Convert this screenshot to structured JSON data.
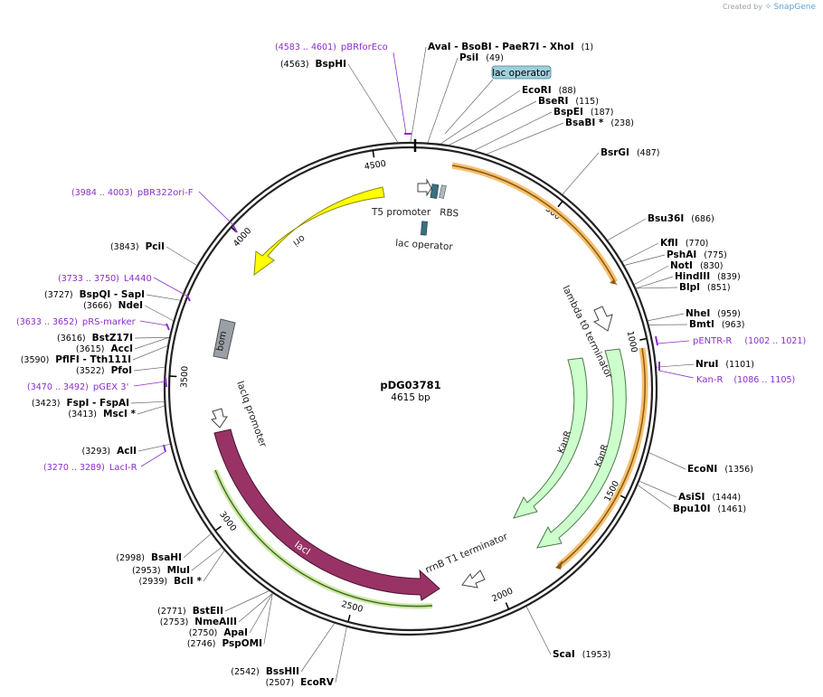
{
  "credit": {
    "prefix": "Created by",
    "brand": "SnapGene"
  },
  "plasmid": {
    "name": "pDG03781",
    "size": "4615 bp"
  },
  "ticks": [
    {
      "label": "500",
      "a": 39.0
    },
    {
      "label": "1000",
      "a": 78.0
    },
    {
      "label": "1500",
      "a": 117.0
    },
    {
      "label": "2000",
      "a": 156.0
    },
    {
      "label": "2500",
      "a": 195.0
    },
    {
      "label": "3000",
      "a": 234.0
    },
    {
      "label": "3500",
      "a": 273.0
    },
    {
      "label": "4000",
      "a": 312.0
    },
    {
      "label": "4500",
      "a": 351.0
    }
  ],
  "enzymes": [
    {
      "parts": [
        [
          "AvaI",
          " - BsoBI",
          " - PaeR7I",
          " - XhoI"
        ]
      ],
      "pos": "(1)",
      "side": "R"
    },
    {
      "parts": [
        [
          "PsiI"
        ]
      ],
      "pos": "(49)",
      "side": "R"
    },
    {
      "parts": [
        [
          "EcoRI"
        ]
      ],
      "pos": "(88)",
      "side": "R"
    },
    {
      "parts": [
        [
          "BseRI"
        ]
      ],
      "pos": "(115)",
      "side": "R"
    },
    {
      "parts": [
        [
          "BspEI"
        ]
      ],
      "pos": "(187)",
      "side": "R"
    },
    {
      "parts": [
        [
          "BsaBI *"
        ]
      ],
      "pos": "(238)",
      "side": "R"
    },
    {
      "parts": [
        [
          "BsrGI"
        ]
      ],
      "pos": "(487)",
      "side": "R"
    },
    {
      "parts": [
        [
          "Bsu36I"
        ]
      ],
      "pos": "(686)",
      "side": "R"
    },
    {
      "parts": [
        [
          "KflI"
        ]
      ],
      "pos": "(770)",
      "side": "R"
    },
    {
      "parts": [
        [
          "PshAI"
        ]
      ],
      "pos": "(775)",
      "side": "R"
    },
    {
      "parts": [
        [
          "NotI"
        ]
      ],
      "pos": "(830)",
      "side": "R"
    },
    {
      "parts": [
        [
          "HindIII"
        ]
      ],
      "pos": "(839)",
      "side": "R"
    },
    {
      "parts": [
        [
          "BlpI"
        ]
      ],
      "pos": "(851)",
      "side": "R"
    },
    {
      "parts": [
        [
          "NheI"
        ]
      ],
      "pos": "(959)",
      "side": "R"
    },
    {
      "parts": [
        [
          "BmtI"
        ]
      ],
      "pos": "(963)",
      "side": "R"
    },
    {
      "parts": [
        [
          "NruI"
        ]
      ],
      "pos": "(1101)",
      "side": "R"
    },
    {
      "parts": [
        [
          "EcoNI"
        ]
      ],
      "pos": "(1356)",
      "side": "R"
    },
    {
      "parts": [
        [
          "AsiSI"
        ]
      ],
      "pos": "(1444)",
      "side": "R"
    },
    {
      "parts": [
        [
          "Bpu10I"
        ]
      ],
      "pos": "(1461)",
      "side": "R"
    },
    {
      "parts": [
        [
          "ScaI"
        ]
      ],
      "pos": "(1953)",
      "side": "R"
    },
    {
      "parts": [
        [
          "EcoRV"
        ]
      ],
      "pos": "(2507)",
      "side": "L"
    },
    {
      "parts": [
        [
          "BssHII"
        ]
      ],
      "pos": "(2542)",
      "side": "L"
    },
    {
      "parts": [
        [
          "PspOMI"
        ]
      ],
      "pos": "(2746)",
      "side": "L"
    },
    {
      "parts": [
        [
          "ApaI"
        ]
      ],
      "pos": "(2750)",
      "side": "L"
    },
    {
      "parts": [
        [
          "NmeAIII"
        ]
      ],
      "pos": "(2753)",
      "side": "L"
    },
    {
      "parts": [
        [
          "BstEII"
        ]
      ],
      "pos": "(2771)",
      "side": "L"
    },
    {
      "parts": [
        [
          "BclI *"
        ]
      ],
      "pos": "(2939)",
      "side": "L"
    },
    {
      "parts": [
        [
          "MluI"
        ]
      ],
      "pos": "(2953)",
      "side": "L"
    },
    {
      "parts": [
        [
          "BsaHI"
        ]
      ],
      "pos": "(2998)",
      "side": "L"
    },
    {
      "parts": [
        [
          "AclI"
        ]
      ],
      "pos": "(3293)",
      "side": "L"
    },
    {
      "parts": [
        [
          "MscI *"
        ]
      ],
      "pos": "(3413)",
      "side": "L"
    },
    {
      "parts": [
        [
          "FspI",
          " - FspAI"
        ]
      ],
      "pos": "(3423)",
      "side": "L"
    },
    {
      "parts": [
        [
          "PfoI"
        ]
      ],
      "pos": "(3522)",
      "side": "L"
    },
    {
      "parts": [
        [
          "PflFI",
          " - Tth111I"
        ]
      ],
      "pos": "(3590)",
      "side": "L"
    },
    {
      "parts": [
        [
          "AccI"
        ]
      ],
      "pos": "(3615)",
      "side": "L"
    },
    {
      "parts": [
        [
          "BstZ17I"
        ]
      ],
      "pos": "(3616)",
      "side": "L"
    },
    {
      "parts": [
        [
          "NdeI"
        ]
      ],
      "pos": "(3666)",
      "side": "L"
    },
    {
      "parts": [
        [
          "BspQI",
          " - SapI"
        ]
      ],
      "pos": "(3727)",
      "side": "L"
    },
    {
      "parts": [
        [
          "PciI"
        ]
      ],
      "pos": "(3843)",
      "side": "L"
    },
    {
      "parts": [
        [
          "BspHI"
        ]
      ],
      "pos": "(4563)",
      "side": "L"
    }
  ],
  "primers": [
    {
      "name": "pBRforEco",
      "range": "(4583 .. 4601)"
    },
    {
      "name": "pBR322ori-F",
      "range": "(3984 .. 4003)"
    },
    {
      "name": "L4440",
      "range": "(3733 .. 3750)"
    },
    {
      "name": "pRS-marker",
      "range": "(3633 .. 3652)"
    },
    {
      "name": "pGEX 3'",
      "range": "(3470 .. 3492)"
    },
    {
      "name": "LacI-R",
      "range": "(3270 .. 3289)"
    },
    {
      "name": "pENTR-R",
      "range": "(1002 .. 1021)"
    },
    {
      "name": "Kan-R",
      "range": "(1086 .. 1105)"
    }
  ],
  "features": {
    "lac_operator_box": "lac operator",
    "lac_operator": "lac operator",
    "t5_promoter": "T5 promoter",
    "rbs": "RBS",
    "ori": "ori",
    "bom": "bom",
    "lacIq_promoter": "lacIq promoter",
    "lacI": "lacI",
    "kanR1": "KanR",
    "kanR2": "KanR",
    "lambda_t0": "lambda t0 terminator",
    "rrnB_t1": "rrnB T1 terminator"
  },
  "colors": {
    "ori": "#ffff00",
    "bom": "#9aa0a6",
    "lacI": "#993366",
    "kanR": "#ccffcc",
    "orf_highlight": "#f5a623",
    "lacI_highlight": "#8bc34a",
    "primer": "#8b2fc9",
    "operator_box": "#9fcfdc",
    "rbs": "#b0b8bf",
    "operator": "#3b6f80"
  }
}
